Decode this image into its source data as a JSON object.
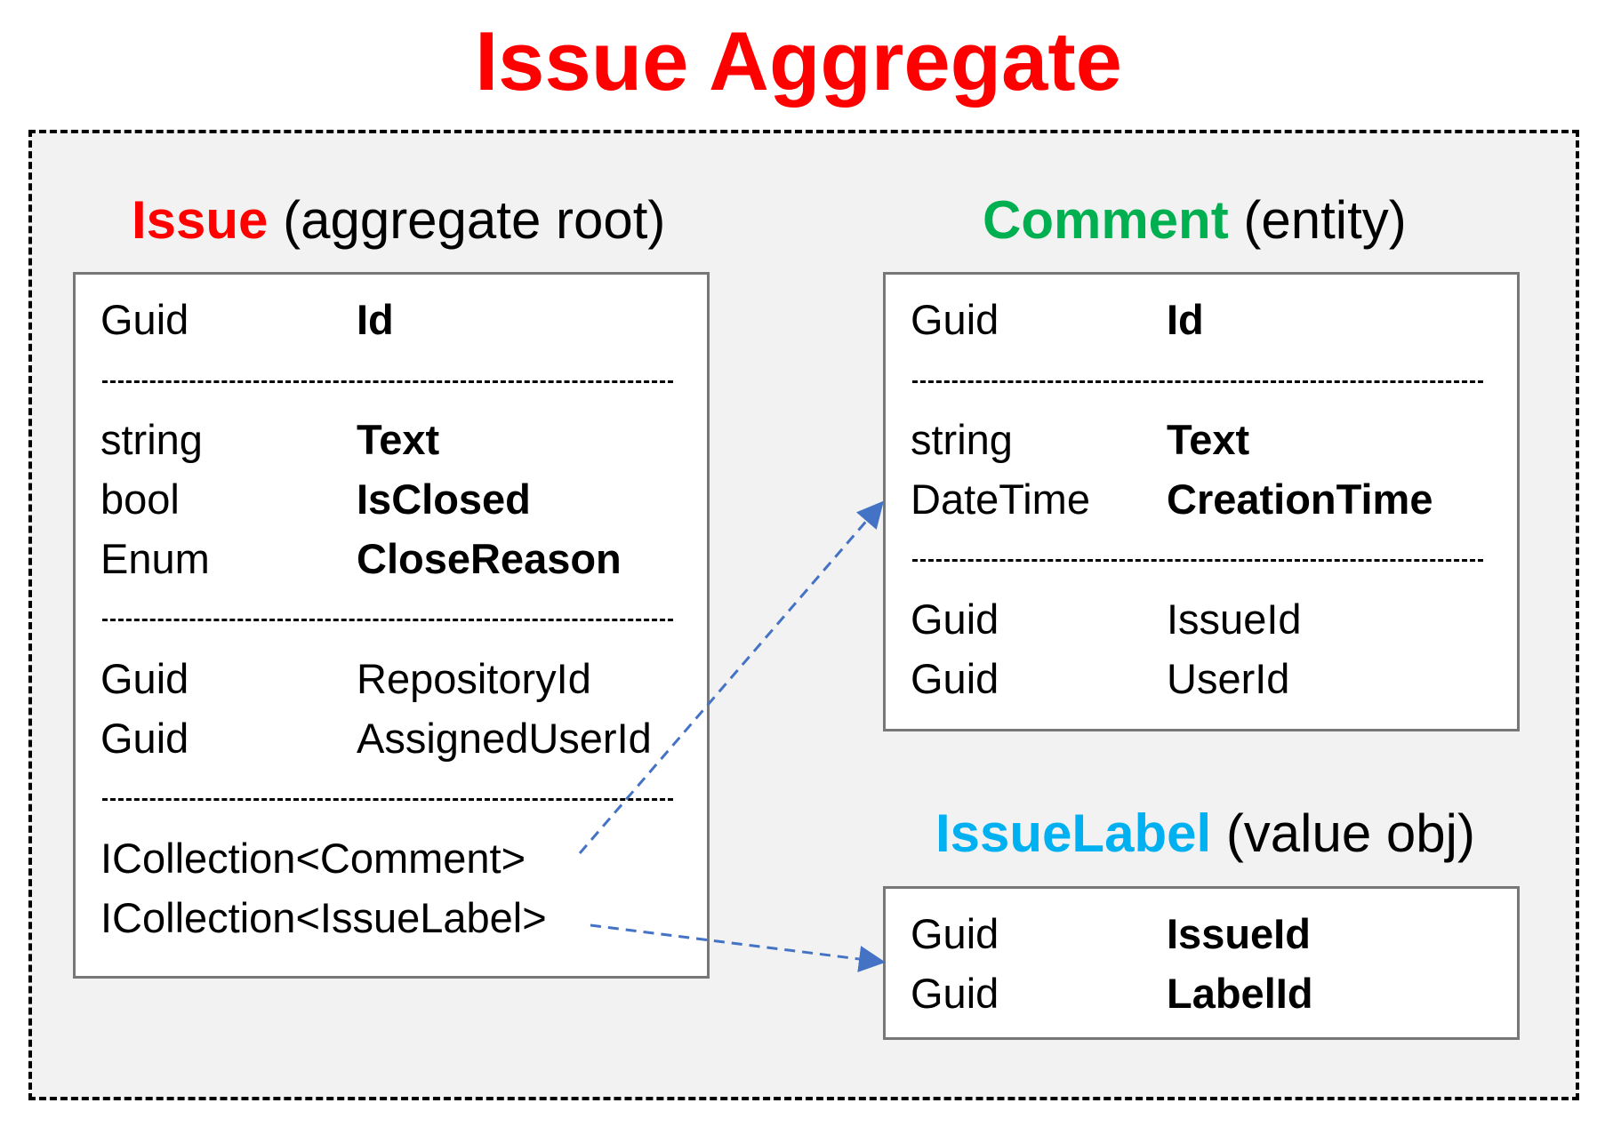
{
  "title": "Issue Aggregate",
  "colors": {
    "title": "#ff0000",
    "issue": "#ff0000",
    "comment": "#00b050",
    "label": "#00b0f0",
    "arrow": "#4472c4"
  },
  "issue": {
    "name": "Issue",
    "kind": "(aggregate root)",
    "id_field": {
      "type": "Guid",
      "name": "Id"
    },
    "fields": [
      {
        "type": "string",
        "name": "Text"
      },
      {
        "type": "bool",
        "name": "IsClosed"
      },
      {
        "type": "Enum",
        "name": "CloseReason"
      }
    ],
    "refs": [
      {
        "type": "Guid",
        "name": "RepositoryId"
      },
      {
        "type": "Guid",
        "name": "AssignedUserId"
      }
    ],
    "collections": [
      "ICollection<Comment>",
      "ICollection<IssueLabel>"
    ],
    "separator": "------------------------------------------------"
  },
  "comment": {
    "name": "Comment",
    "kind": "(entity)",
    "id_field": {
      "type": "Guid",
      "name": "Id"
    },
    "fields": [
      {
        "type": "string",
        "name": "Text"
      },
      {
        "type": "DateTime",
        "name": "CreationTime"
      }
    ],
    "refs": [
      {
        "type": "Guid",
        "name": "IssueId"
      },
      {
        "type": "Guid",
        "name": "UserId"
      }
    ],
    "separator": "------------------------------------------------"
  },
  "label": {
    "name": "IssueLabel",
    "kind": "(value obj)",
    "fields": [
      {
        "type": "Guid",
        "name": "IssueId"
      },
      {
        "type": "Guid",
        "name": "LabelId"
      }
    ]
  }
}
